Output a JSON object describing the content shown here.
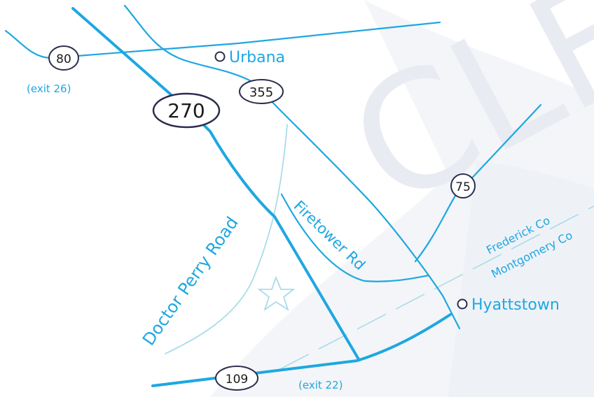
{
  "colors": {
    "road": "#1ea7e1",
    "minor_road": "#a9dcea",
    "shield_text": "#1b1b1b",
    "shield_border": "#2b2d4d",
    "watermark": "#e6e9ef"
  },
  "watermark": {
    "text": "CLF"
  },
  "shields": {
    "i270": "270",
    "r355": "355",
    "r80": "80",
    "r75": "75",
    "r109": "109"
  },
  "exits": {
    "exit26": "(exit 26)",
    "exit22": "(exit 22)"
  },
  "towns": {
    "urbana": "Urbana",
    "hyattstown": "Hyattstown"
  },
  "roads": {
    "firetower": "Firetower Rd",
    "doctor_perry": "Doctor Perry Road"
  },
  "county_line": {
    "north": "Frederick Co",
    "south": "Montgomery Co"
  },
  "marker": {
    "icon": "star-icon"
  }
}
